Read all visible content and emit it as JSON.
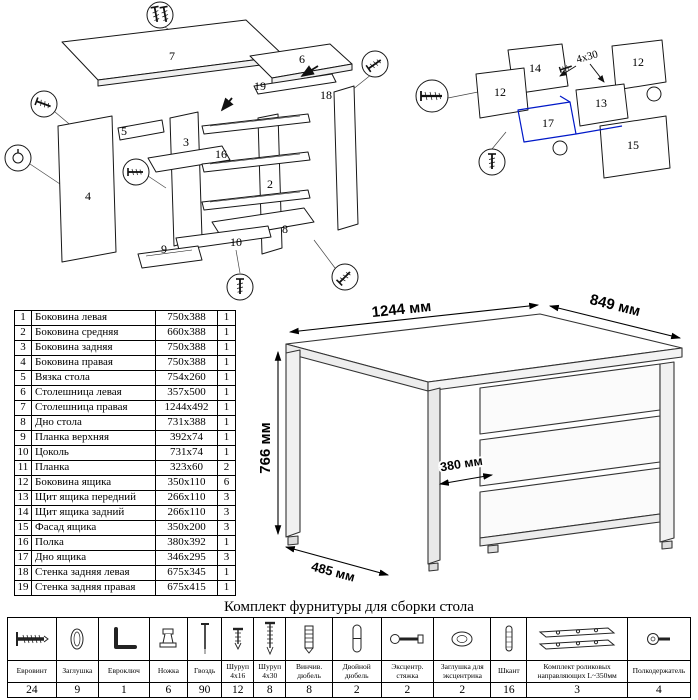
{
  "exploded_left": {
    "labels": {
      "p2": "2",
      "p3": "3",
      "p4": "4",
      "p5": "5",
      "p6": "6",
      "p7": "7",
      "p8": "8",
      "p9": "9",
      "p10": "10",
      "p16": "16",
      "p18": "18",
      "p19": "19"
    }
  },
  "exploded_right": {
    "labels": {
      "p12a": "12",
      "p12b": "12",
      "p13": "13",
      "p14": "14",
      "p15": "15",
      "p17": "17"
    },
    "screw_note": "4x30"
  },
  "parts_table": {
    "rows": [
      {
        "num": "1",
        "name": "Боковина левая",
        "size": "750x388",
        "qty": "1"
      },
      {
        "num": "2",
        "name": "Боковина средняя",
        "size": "660x388",
        "qty": "1"
      },
      {
        "num": "3",
        "name": "Боковина задняя",
        "size": "750x388",
        "qty": "1"
      },
      {
        "num": "4",
        "name": "Боковина правая",
        "size": "750x388",
        "qty": "1"
      },
      {
        "num": "5",
        "name": "Вязка стола",
        "size": "754x260",
        "qty": "1"
      },
      {
        "num": "6",
        "name": "Столешница левая",
        "size": "357x500",
        "qty": "1"
      },
      {
        "num": "7",
        "name": "Столешница правая",
        "size": "1244x492",
        "qty": "1"
      },
      {
        "num": "8",
        "name": "Дно стола",
        "size": "731x388",
        "qty": "1"
      },
      {
        "num": "9",
        "name": "Планка верхняя",
        "size": "392x74",
        "qty": "1"
      },
      {
        "num": "10",
        "name": "Цоколь",
        "size": "731x74",
        "qty": "1"
      },
      {
        "num": "11",
        "name": "Планка",
        "size": "323x60",
        "qty": "2"
      },
      {
        "num": "12",
        "name": "Боковина ящика",
        "size": "350x110",
        "qty": "6"
      },
      {
        "num": "13",
        "name": "Щит ящика передний",
        "size": "266x110",
        "qty": "3"
      },
      {
        "num": "14",
        "name": "Щит ящика задний",
        "size": "266x110",
        "qty": "3"
      },
      {
        "num": "15",
        "name": "Фасад ящика",
        "size": "350x200",
        "qty": "3"
      },
      {
        "num": "16",
        "name": "Полка",
        "size": "380x392",
        "qty": "1"
      },
      {
        "num": "17",
        "name": "Дно ящика",
        "size": "346x295",
        "qty": "3"
      },
      {
        "num": "18",
        "name": "Стенка задняя левая",
        "size": "675x345",
        "qty": "1"
      },
      {
        "num": "19",
        "name": "Стенка задняя правая",
        "size": "675x415",
        "qty": "1"
      }
    ]
  },
  "desk": {
    "dims": {
      "width": "1244 мм",
      "depth": "849 мм",
      "height": "766 мм",
      "inner": "380 мм",
      "front": "485 мм"
    }
  },
  "hardware": {
    "title": "Комплект фурнитуры для сборки стола",
    "items": [
      {
        "name": "Евровинт",
        "qty": "24"
      },
      {
        "name": "Заглушка",
        "qty": "9"
      },
      {
        "name": "Евроключ",
        "qty": "1"
      },
      {
        "name": "Ножка",
        "qty": "6"
      },
      {
        "name": "Гвоздь",
        "qty": "90"
      },
      {
        "name": "Шуруп 4x16",
        "qty": "12"
      },
      {
        "name": "Шуруп 4x30",
        "qty": "8"
      },
      {
        "name": "Винчив. дюбель",
        "qty": "8"
      },
      {
        "name": "Двойной дюбель",
        "qty": "2"
      },
      {
        "name": "Эксцентр. стяжка",
        "qty": "2"
      },
      {
        "name": "Заглушка для эксцентрика",
        "qty": "2"
      },
      {
        "name": "Шкант",
        "qty": "16"
      },
      {
        "name": "Комплект роликовых направляющих L~350мм",
        "qty": "3"
      },
      {
        "name": "Полкодержатель",
        "qty": "4"
      }
    ]
  }
}
